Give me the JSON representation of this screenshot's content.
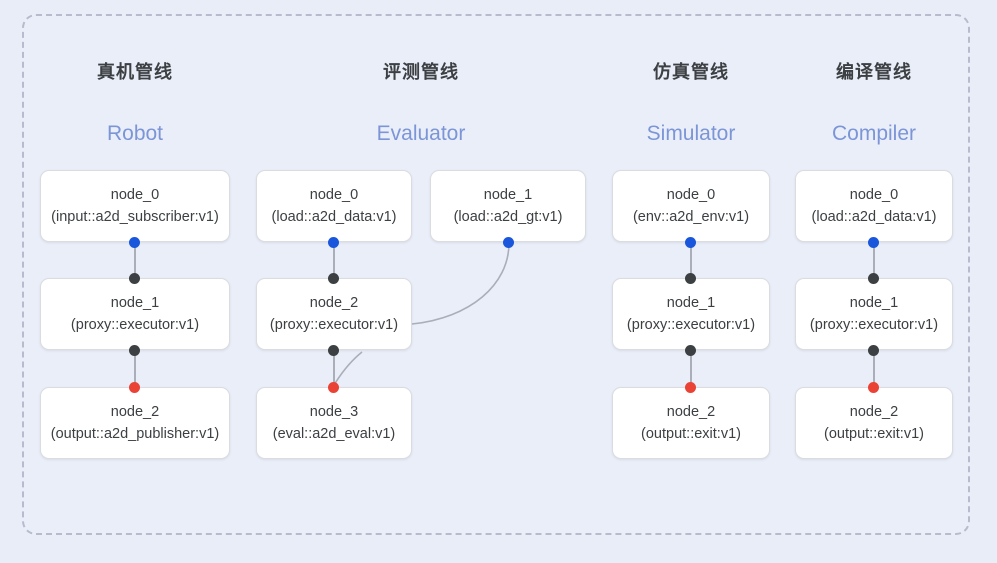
{
  "panel": {
    "border_color": "#b6bccd",
    "background": "#eaeef9"
  },
  "colors": {
    "output_port": "#1a56db",
    "input_port": "#3c4043",
    "terminal_port": "#ea4335",
    "edge": "#a9aeb8",
    "subtitle": "#7b95d6",
    "title": "#3c4043",
    "card_bg": "#ffffff",
    "card_border": "#dadce0"
  },
  "columns": [
    {
      "title": "真机管线",
      "subtitle": "Robot",
      "nodes": [
        {
          "id": "node_0",
          "type": "(input::a2d_subscriber:v1)"
        },
        {
          "id": "node_1",
          "type": "(proxy::executor:v1)"
        },
        {
          "id": "node_2",
          "type": "(output::a2d_publisher:v1)"
        }
      ]
    },
    {
      "title": "评测管线",
      "subtitle": "Evaluator",
      "nodes": [
        {
          "id": "node_0",
          "type": "(load::a2d_data:v1)"
        },
        {
          "id": "node_1",
          "type": "(load::a2d_gt:v1)"
        },
        {
          "id": "node_2",
          "type": "(proxy::executor:v1)"
        },
        {
          "id": "node_3",
          "type": "(eval::a2d_eval:v1)"
        }
      ]
    },
    {
      "title": "仿真管线",
      "subtitle": "Simulator",
      "nodes": [
        {
          "id": "node_0",
          "type": "(env::a2d_env:v1)"
        },
        {
          "id": "node_1",
          "type": "(proxy::executor:v1)"
        },
        {
          "id": "node_2",
          "type": "(output::exit:v1)"
        }
      ]
    },
    {
      "title": "编译管线",
      "subtitle": "Compiler",
      "nodes": [
        {
          "id": "node_0",
          "type": "(load::a2d_data:v1)"
        },
        {
          "id": "node_1",
          "type": "(proxy::executor:v1)"
        },
        {
          "id": "node_2",
          "type": "(output::exit:v1)"
        }
      ]
    }
  ]
}
